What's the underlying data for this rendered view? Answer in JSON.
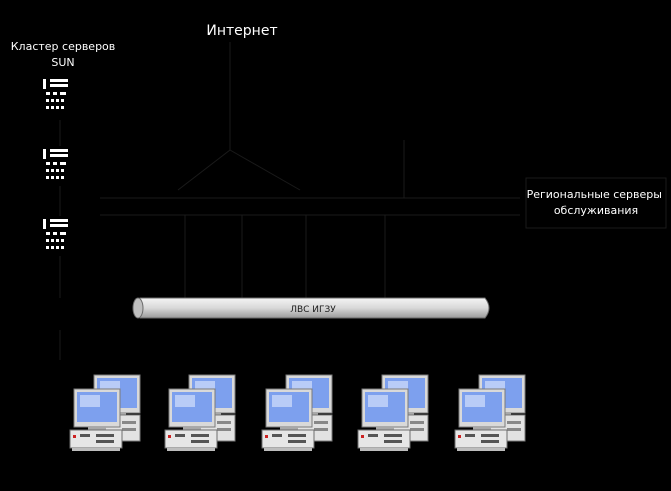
{
  "labels": {
    "top": "Интернет",
    "servers_title": "Кластер серверов",
    "servers_subtitle": "SUN",
    "right_box": "Региональные серверы обслуживания",
    "lan": "ЛВС ИГЗУ"
  },
  "colors": {
    "background": "#000000",
    "bus_fill": "#d8d8d8",
    "monitor_screen": "#8fa8f0",
    "pc_case": "#e2e2e2",
    "power_led": "#cc2222",
    "text": "#ffffff"
  },
  "servers": [
    {
      "icon": "server-rack-icon"
    },
    {
      "icon": "server-rack-icon"
    },
    {
      "icon": "server-rack-icon"
    }
  ],
  "workstations": [
    {
      "icon": "workstation-icon"
    },
    {
      "icon": "workstation-icon"
    },
    {
      "icon": "workstation-icon"
    },
    {
      "icon": "workstation-icon"
    },
    {
      "icon": "workstation-icon"
    }
  ]
}
